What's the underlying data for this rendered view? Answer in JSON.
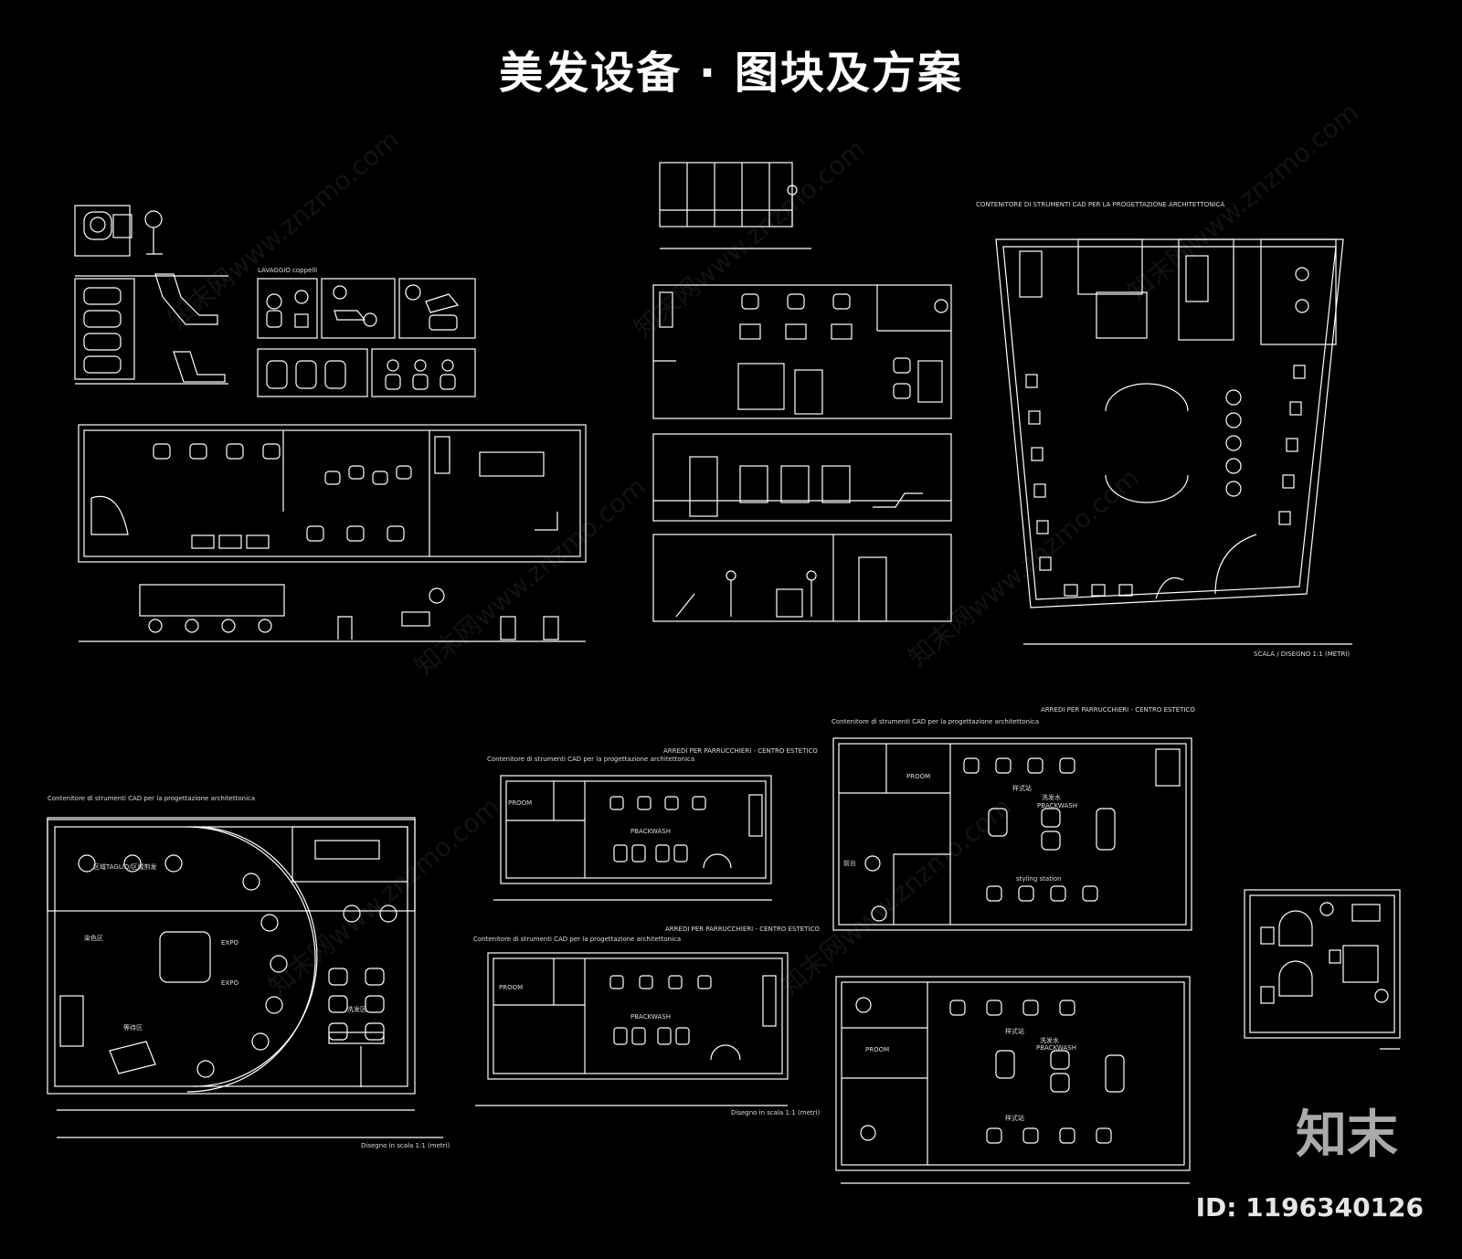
{
  "header": {
    "title": "美发设备 · 图块及方案"
  },
  "brand": {
    "logo_text": "知末",
    "id_text": "ID: 1196340126"
  },
  "watermark": {
    "text": "知末网www.znzmo.com"
  },
  "labels": {
    "lavaggio": "LAVAGGIO coppelli",
    "container_caps": "CONTENITORE DI STRUMENTI CAD PER LA PROGETTAZIONE ARCHITETTONICA",
    "scala": "SCALA / DISEGNO 1:1 (METRI)",
    "container_lower": "Contenitore di strumenti CAD per la progettazione architettonica",
    "arredi": "ARREDI PER PARRUCCHIERI - CENTRO ESTETICO",
    "disegno_scala": "Disegno in scala 1:1 (metri)",
    "disegno_small": "Disegno in scala 1:1 (metri)",
    "expo": "EXPO",
    "proom": "PROOM",
    "backwash": "PBACKWASH",
    "styling": "styling station",
    "wash_cn": "洗发水",
    "style_cn": "样式站",
    "front_cn": "前台",
    "taglio": "区域TAGLIO/区域剪发",
    "dye_cn": "染色区",
    "wait_cn": "等待区",
    "shampoo_cn": "洗发区"
  }
}
